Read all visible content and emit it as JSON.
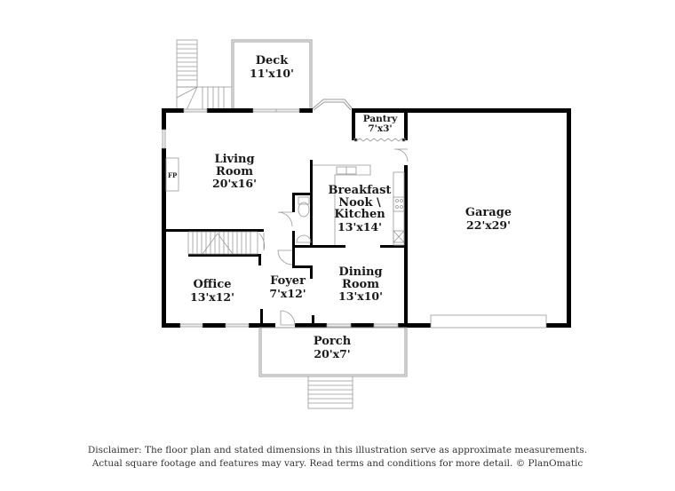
{
  "floor_plan": {
    "rooms": [
      {
        "id": "deck",
        "name": "Deck",
        "dimensions": "11'x10'"
      },
      {
        "id": "pantry",
        "name": "Pantry",
        "dimensions": "7'x3'"
      },
      {
        "id": "living-room",
        "name": "Living Room",
        "name_lines": [
          "Living",
          "Room"
        ],
        "dimensions": "20'x16'"
      },
      {
        "id": "breakfast-nook-kitchen",
        "name": "Breakfast Nook \\ Kitchen",
        "name_lines": [
          "Breakfast",
          "Nook \\",
          "Kitchen"
        ],
        "dimensions": "13'x14'"
      },
      {
        "id": "garage",
        "name": "Garage",
        "dimensions": "22'x29'"
      },
      {
        "id": "office",
        "name": "Office",
        "dimensions": "13'x12'"
      },
      {
        "id": "foyer",
        "name": "Foyer",
        "dimensions": "7'x12'"
      },
      {
        "id": "dining-room",
        "name": "Dining Room",
        "name_lines": [
          "Dining",
          "Room"
        ],
        "dimensions": "13'x10'"
      },
      {
        "id": "porch",
        "name": "Porch",
        "dimensions": "20'x7'"
      }
    ],
    "fixtures": {
      "fireplace_label": "FP"
    }
  },
  "disclaimer": {
    "line1": "Disclaimer: The floor plan and stated dimensions in this illustration serve as approximate measurements.",
    "line2": "Actual square footage and features may vary. Read terms and conditions for more detail. © PlanOmatic"
  },
  "colors": {
    "wall": "#000000",
    "thin_line": "#999999",
    "window": "#dddddd",
    "background": "#ffffff",
    "text": "#1a1a1a"
  }
}
